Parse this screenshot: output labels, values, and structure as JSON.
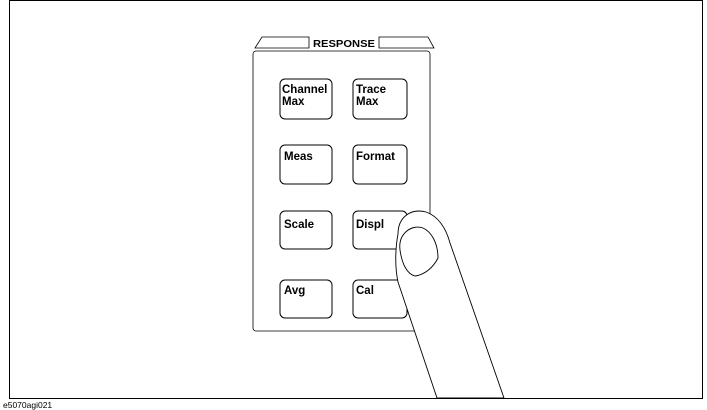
{
  "panel": {
    "section_label": "RESPONSE"
  },
  "keys": {
    "channel_max": [
      "Channel",
      "Max"
    ],
    "trace_max": [
      "Trace",
      "Max"
    ],
    "meas": [
      "Meas"
    ],
    "format": [
      "Format"
    ],
    "scale": [
      "Scale"
    ],
    "display": [
      "Displ"
    ],
    "avg": [
      "Avg"
    ],
    "cal": [
      "Cal"
    ]
  },
  "figure_id": "e5070agi021"
}
